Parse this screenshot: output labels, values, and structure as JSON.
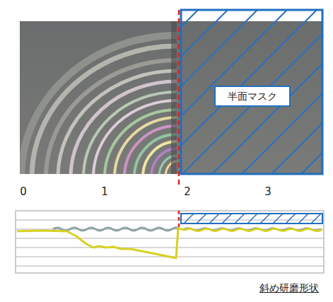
{
  "diagram": {
    "caption": "斜め研磨形状",
    "nodes": [
      {
        "text": [
          "半面マスク"
        ]
      }
    ],
    "labels": [
      "0",
      "1",
      "2",
      "3"
    ]
  }
}
